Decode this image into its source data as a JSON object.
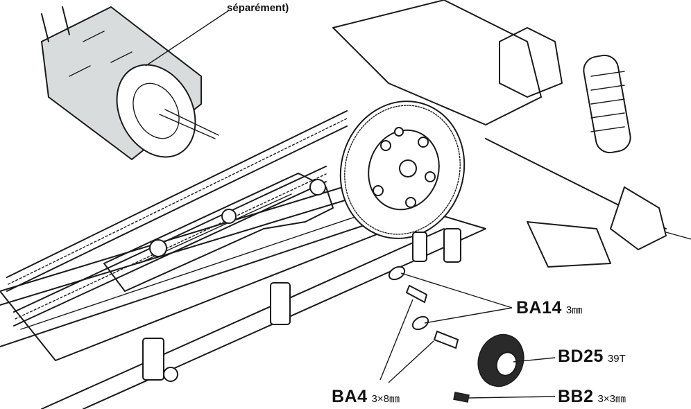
{
  "note": "séparément)",
  "parts": [
    {
      "code": "BA14",
      "size": "3㎜"
    },
    {
      "code": "BD25",
      "size": "39T"
    },
    {
      "code": "BA4",
      "size": "3×8㎜"
    },
    {
      "code": "BB2",
      "size": "3×3㎜"
    }
  ]
}
